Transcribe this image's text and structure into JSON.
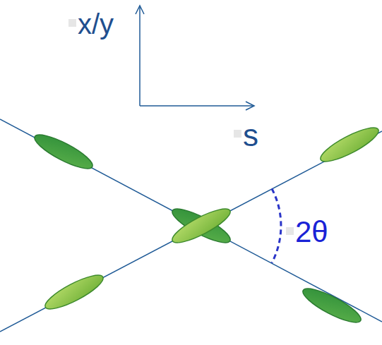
{
  "diagram": {
    "labels": [
      "x/y",
      "s",
      "2θ"
    ]
  }
}
